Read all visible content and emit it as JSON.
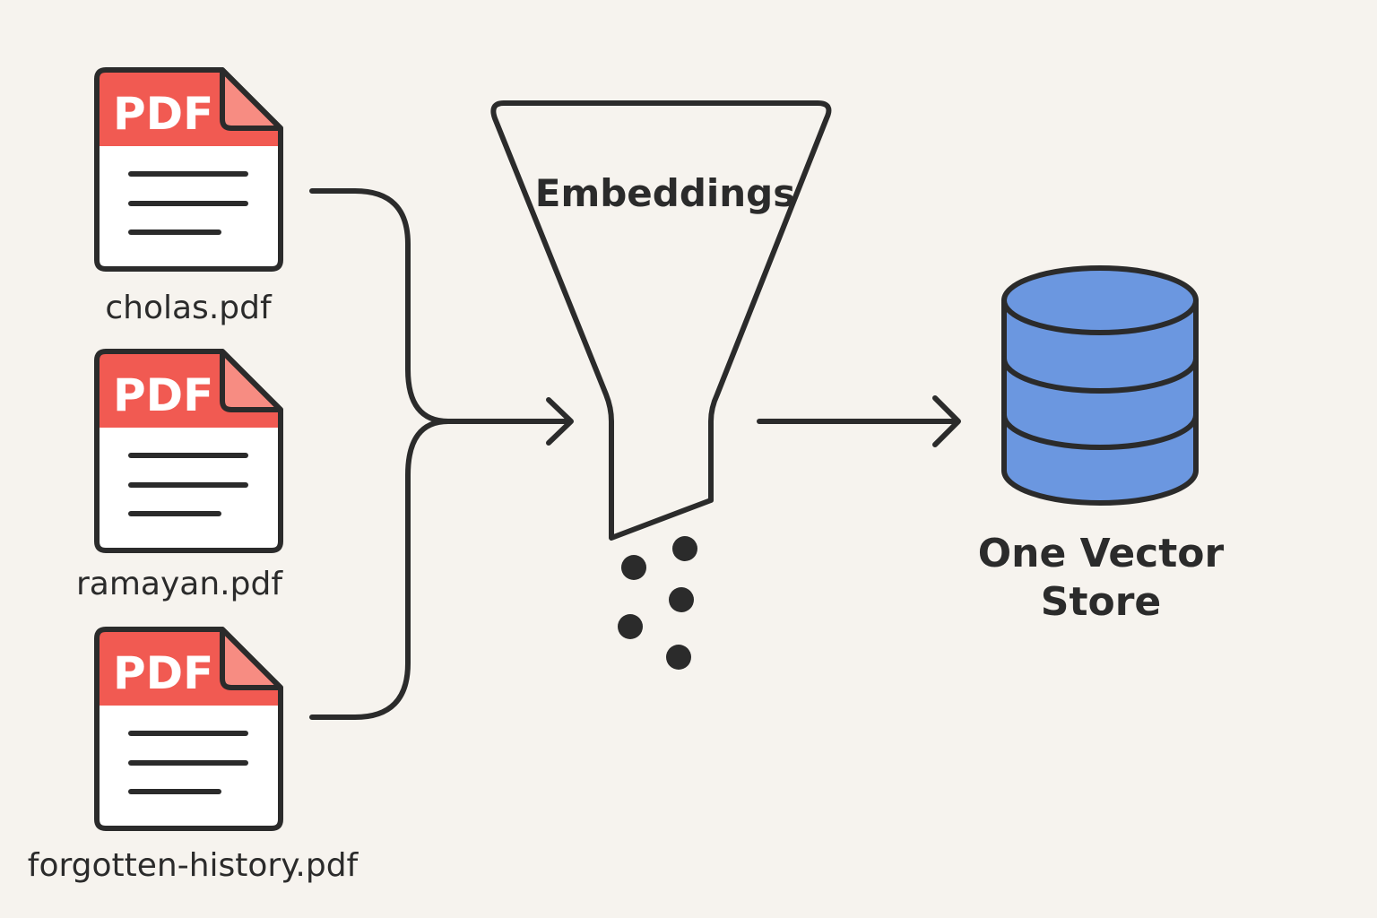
{
  "files": [
    {
      "pdf_tag": "PDF",
      "name": "cholas.pdf"
    },
    {
      "pdf_tag": "PDF",
      "name": "ramayan.pdf"
    },
    {
      "pdf_tag": "PDF",
      "name": "forgotten-history.pdf"
    }
  ],
  "funnel": {
    "label": "Embeddings"
  },
  "store": {
    "label_line1": "One Vector",
    "label_line2": "Store"
  },
  "colors": {
    "background": "#f6f3ee",
    "pdf_red": "#f15a52",
    "pdf_fold": "#f78c82",
    "outline": "#2b2b2b",
    "database_blue": "#6b97e0"
  },
  "icons": {
    "file": "pdf-file-icon",
    "funnel": "funnel-icon",
    "store": "database-cylinder-icon"
  }
}
